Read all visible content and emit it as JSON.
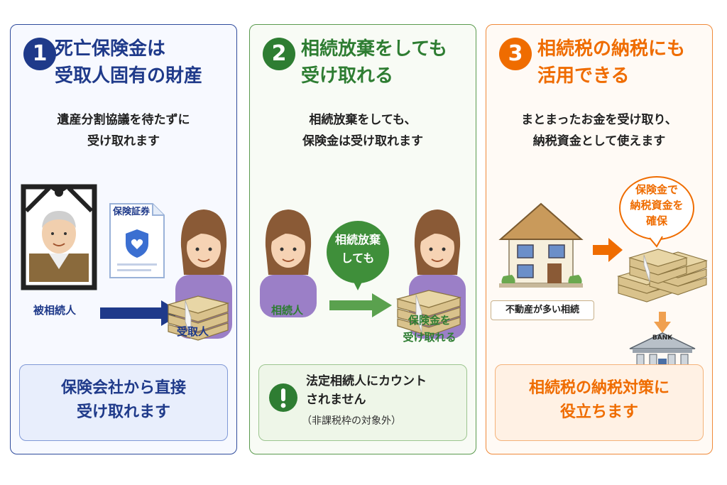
{
  "colors": {
    "blue": "#1f3a8a",
    "green": "#2e7d32",
    "orange": "#ef6c00"
  },
  "panel1": {
    "number": "1",
    "title": "死亡保険金は\n受取人固有の財産",
    "subtitle": "遺産分割協議を待たずに\n受け取れます",
    "certificate_label": "保険証券",
    "deceased_label": "被相続人",
    "recipient_label": "受取人",
    "bottom_text": "保険会社から直接\n受け取れます"
  },
  "panel2": {
    "number": "2",
    "title": "相続放棄をしても\n受け取れる",
    "subtitle": "相続放棄をしても、\n保険金は受け取れます",
    "bubble_text": "相続放棄\nしても",
    "heir_label": "相続人",
    "receive_label": "保険金を\n受け取れる",
    "bottom_main": "法定相続人にカウント\nされません",
    "bottom_note": "（非課税枠の対象外）"
  },
  "panel3": {
    "number": "3",
    "title": "相続税の納税にも\n活用できる",
    "subtitle": "まとまったお金を受け取り、\n納税資金として使えます",
    "bubble_text": "保険金で\n納税資金を\n確保",
    "house_label": "不動産が多い相続",
    "bank_label": "BANK",
    "bottom_text": "相続税の納税対策に\n役立ちます"
  }
}
